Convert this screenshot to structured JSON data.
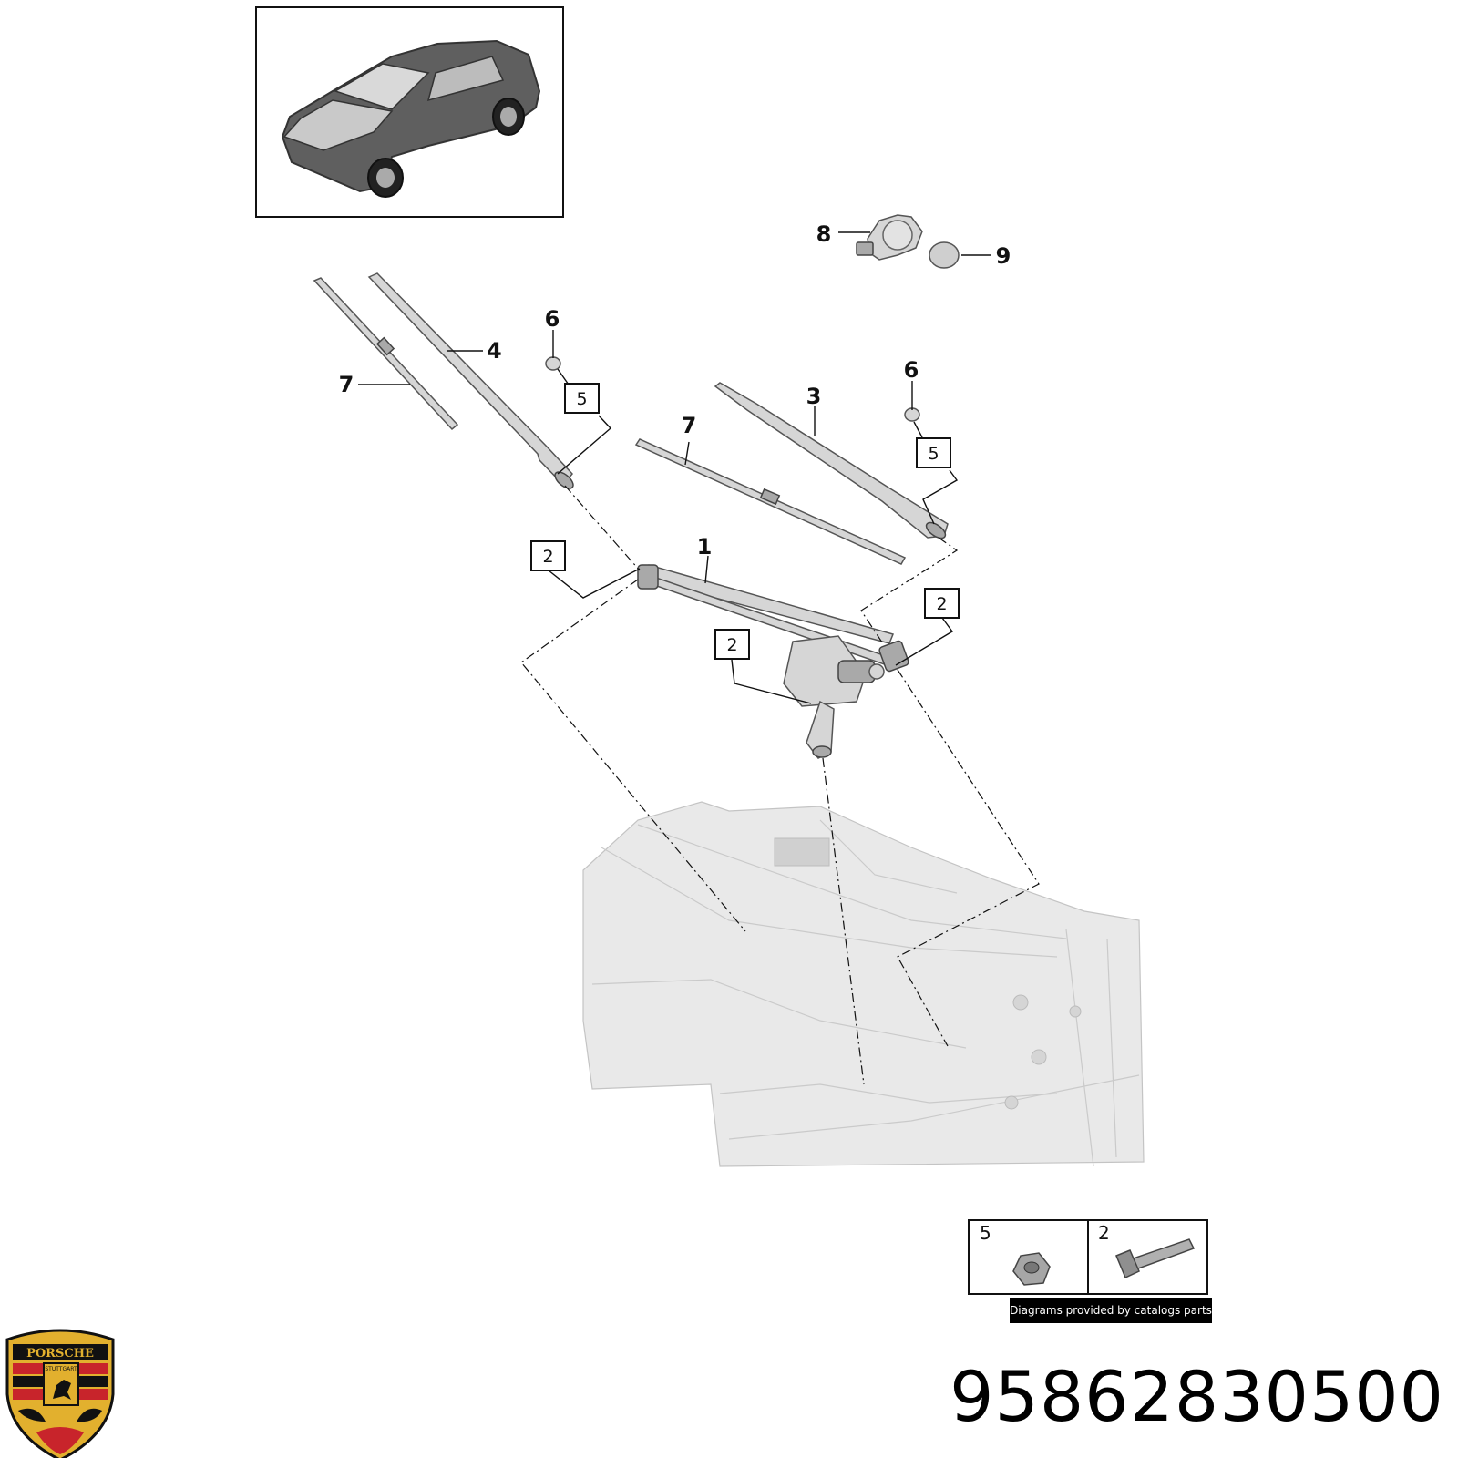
{
  "callouts": {
    "c1": "1",
    "c3": "3",
    "c4": "4",
    "c6a": "6",
    "c6b": "6",
    "c7a": "7",
    "c7b": "7",
    "c8": "8",
    "c9": "9"
  },
  "boxed_callouts": {
    "b2a": "2",
    "b2b": "2",
    "b2c": "2",
    "b5a": "5",
    "b5b": "5"
  },
  "legend": {
    "item_5": "5",
    "item_2": "2",
    "credit": "Diagrams provided by catalogs parts"
  },
  "part_number": "95862830500",
  "logo": {
    "name": "porsche-crest",
    "wordmark": "PORSCHE",
    "city": "STUTTGART",
    "colors": {
      "gold": "#e2b02e",
      "red": "#c8242b",
      "black": "#111111"
    }
  }
}
